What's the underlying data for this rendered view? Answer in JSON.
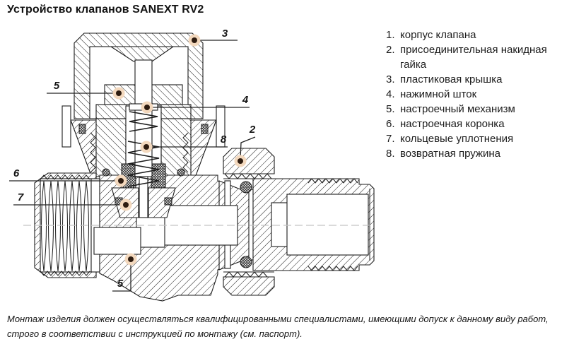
{
  "title": "Устройство клапанов SANEXT RV2",
  "legend": {
    "items": [
      {
        "num": "1.",
        "label": "корпус клапана"
      },
      {
        "num": "2.",
        "label": "присоединительная накидная гайка"
      },
      {
        "num": "3.",
        "label": "пластиковая крышка"
      },
      {
        "num": "4.",
        "label": "нажимной шток"
      },
      {
        "num": "5.",
        "label": "настроечный механизм"
      },
      {
        "num": "6.",
        "label": "настроечная коронка"
      },
      {
        "num": "7.",
        "label": "кольцевые уплотнения"
      },
      {
        "num": "8.",
        "label": "возвратная пружина"
      }
    ]
  },
  "callouts": {
    "c3": "3",
    "c5_top": "5",
    "c4": "4",
    "c8": "8",
    "c2": "2",
    "c6": "6",
    "c7": "7",
    "c5_bottom": "5"
  },
  "footer": {
    "text": "Монтаж изделия должен осуществляться квалифицированными специалистами, имеющими допуск к данному виду работ, строго в соответствии с инструкцией по монтажу (см. паспорт)."
  },
  "colors": {
    "drawing_line": "#1c1c1c",
    "centerline": "#c4c4c4",
    "callout_dot": "#2e1c10",
    "callout_halo": "#f3d8bd",
    "text": "#1d1d1d"
  }
}
